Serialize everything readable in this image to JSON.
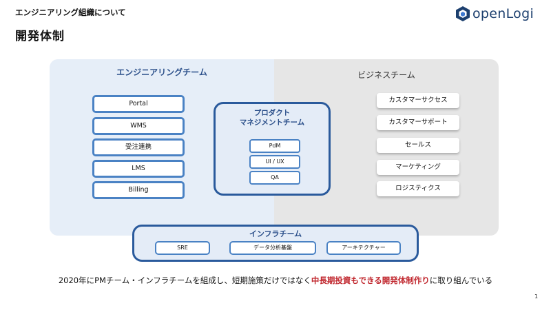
{
  "header": {
    "section_label": "エンジニアリング組織について",
    "page_title": "開発体制"
  },
  "logo": {
    "text": "openLogi",
    "color": "#1c3f6e"
  },
  "engineering_team": {
    "title": "エンジニアリングチーム",
    "items": [
      "Portal",
      "WMS",
      "受注連携",
      "LMS",
      "Billing"
    ]
  },
  "business_team": {
    "title": "ビジネスチーム",
    "items": [
      "カスタマーサクセス",
      "カスタマーサポート",
      "セールス",
      "マーケティング",
      "ロジスティクス"
    ]
  },
  "pm_team": {
    "title_line1": "プロダクト",
    "title_line2": "マネジメントチーム",
    "items": [
      "PdM",
      "UI / UX",
      "QA"
    ]
  },
  "infra_team": {
    "title": "インフラチーム",
    "items": [
      "SRE",
      "データ分析基盤",
      "アーキテクチャー"
    ]
  },
  "summary": {
    "before": "2020年にPMチーム・インフラチームを組成し、短期施策だけではなく",
    "highlight": "中長期投資もできる開発体制作り",
    "after": "に取り組んでいる",
    "highlight_color": "#c0262d"
  },
  "page_number": "1"
}
